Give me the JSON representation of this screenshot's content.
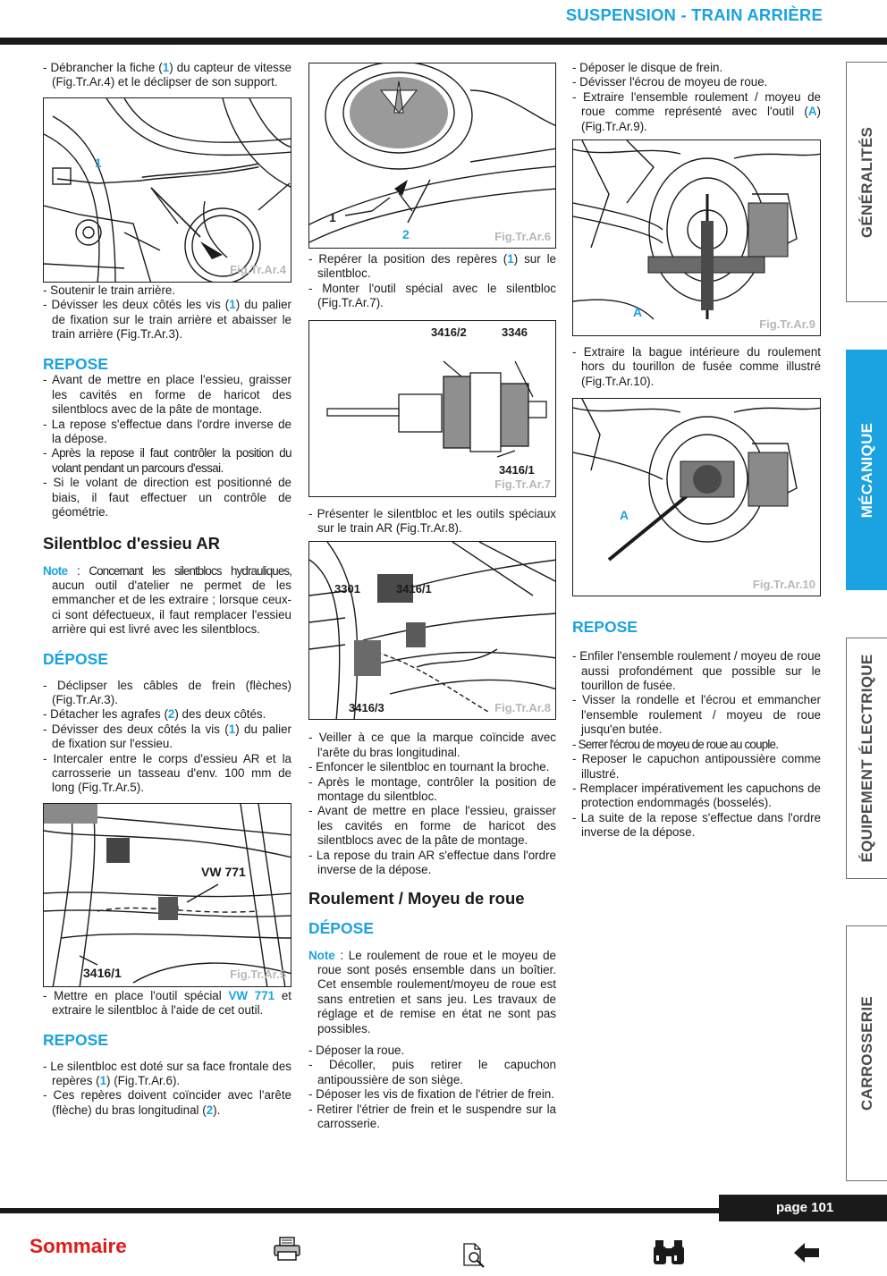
{
  "header": {
    "title": "SUSPENSION - TRAIN ARRIÈRE"
  },
  "tabs": [
    {
      "label": "GÉNÉRALITÉS",
      "active": false
    },
    {
      "label": "MÉCANIQUE",
      "active": true
    },
    {
      "label": "ÉQUIPEMENT ÉLECTRIQUE",
      "active": false
    },
    {
      "label": "CARROSSERIE",
      "active": false
    }
  ],
  "col1": {
    "b1": {
      "pre": "- Débrancher la fiche (",
      "n": "1",
      "post": ") du capteur de vitesse (Fig.Tr.Ar.4) et le déclipser de son support."
    },
    "fig4": {
      "label": "Fig.Tr.Ar.4",
      "callout1": "1"
    },
    "b2": "- Soutenir le train arrière.",
    "b3": {
      "pre": "- Dévisser les deux côtés les vis (",
      "n": "1",
      "post": ") du palier de fixation sur le train arrière et abaisser le train arrière (Fig.Tr.Ar.3)."
    },
    "repose_title": "REPOSE",
    "b4": "- Avant de mettre en place l'essieu, graisser les cavités en forme de haricot des silentblocs avec de la pâte de montage.",
    "b5": "- La repose s'effectue dans l'ordre inverse de la dépose.",
    "b6": "- Après la repose il faut contrôler la position du volant pendant un parcours d'essai.",
    "b7": "- Si le volant de direction est positionné de biais, il faut effectuer un contrôle de géométrie.",
    "silentbloc_title": "Silentbloc d'essieu AR",
    "note": {
      "label": "Note",
      "first": " : Concernant les silentblocs hydrauliques,",
      "rest": "aucun outil d'atelier ne permet de les emmancher et de les extraire ; lorsque ceux-ci sont défectueux, il faut remplacer l'essieu arrière qui est livré avec les silentblocs."
    },
    "depose_title": "DÉPOSE",
    "b8": "- Déclipser les câbles de frein (flèches) (Fig.Tr.Ar.3).",
    "b9": {
      "pre": "- Détacher les agrafes (",
      "n": "2",
      "post": ") des deux côtés."
    },
    "b10": {
      "pre": "- Dévisser des deux côtés la vis (",
      "n": "1",
      "post": ") du palier de fixation sur l'essieu."
    },
    "b11": "- Intercaler entre le corps d'essieu AR et la carrosserie un tasseau d'env. 100 mm de long (Fig.Tr.Ar.5).",
    "fig5": {
      "label": "Fig.Tr.Ar.5",
      "tool1": "VW 771",
      "tool2": "3416/1"
    },
    "b12": {
      "pre": "- Mettre en place l'outil spécial ",
      "tool": "VW 771",
      "post": " et extraire le silentbloc à l'aide de cet outil."
    },
    "repose2_title": "REPOSE",
    "b13": {
      "pre": "- Le silentbloc est doté sur sa face frontale des repères (",
      "n": "1",
      "post": ") (Fig.Tr.Ar.6)."
    },
    "b14": {
      "pre": "- Ces repères doivent coïncider avec l'arête (flèche) du bras longitudinal (",
      "n": "2",
      "post": ")."
    }
  },
  "col2": {
    "fig6": {
      "label": "Fig.Tr.Ar.6",
      "c1": "1",
      "c2": "2"
    },
    "b1": {
      "pre": "- Repérer la position des repères (",
      "n": "1",
      "post": ") sur le silentbloc."
    },
    "b2": "- Monter l'outil spécial avec le silentbloc (Fig.Tr.Ar.7).",
    "fig7": {
      "label": "Fig.Tr.Ar.7",
      "t1": "3416/2",
      "t2": "3346",
      "t3": "3416/1"
    },
    "b3": "- Présenter le silentbloc et les outils spéciaux sur le train AR (Fig.Tr.Ar.8).",
    "fig8": {
      "label": "Fig.Tr.Ar.8",
      "t1": "3301",
      "t2": "3416/1",
      "t3": "3416/3"
    },
    "b4": "- Veiller à ce que la marque coïncide avec l'arête du bras longitudinal.",
    "b5": "- Enfoncer le silentbloc en tournant la broche.",
    "b6": "- Après le montage, contrôler la position de montage du silentbloc.",
    "b7": "- Avant de mettre en place l'essieu, graisser les cavités en forme de haricot des silentblocs avec de la pâte de montage.",
    "b8": "- La repose du train AR s'effectue dans l'ordre inverse de la dépose.",
    "roulement_title": "Roulement / Moyeu de roue",
    "depose_title": "DÉPOSE",
    "note": {
      "label": "Note",
      "text": " : Le roulement de roue et le moyeu de roue sont posés ensemble dans un boîtier. Cet ensemble roulement/moyeu de roue est sans entretien et sans jeu. Les travaux de réglage et de remise en état ne sont pas possibles."
    },
    "b9": "- Déposer la roue.",
    "b10": "- Décoller, puis retirer le capuchon antipoussière de son siège.",
    "b11": "- Déposer les vis de fixation de l'étrier de frein.",
    "b12": "- Retirer l'étrier de frein et le suspendre sur la carrosserie."
  },
  "col3": {
    "b1": "- Déposer le disque de frein.",
    "b2": "- Dévisser l'écrou de moyeu de roue.",
    "b3": {
      "pre": "- Extraire l'ensemble roulement / moyeu de roue comme représenté avec l'outil (",
      "n": "A",
      "post": ") (Fig.Tr.Ar.9)."
    },
    "fig9": {
      "label": "Fig.Tr.Ar.9",
      "c": "A"
    },
    "b4": "- Extraire la bague intérieure du roulement hors du tourillon de fusée comme illustré (Fig.Tr.Ar.10).",
    "fig10": {
      "label": "Fig.Tr.Ar.10",
      "c": "A"
    },
    "repose_title": "REPOSE",
    "b5": "- Enfiler l'ensemble roulement / moyeu de roue aussi profondément que possible sur le tourillon de fusée.",
    "b6": "- Visser la rondelle et l'écrou et emmancher l'ensemble roulement / moyeu de roue jusqu'en butée.",
    "b7": "- Serrer l'écrou de moyeu de roue au couple.",
    "b8": "- Reposer le capuchon antipoussière comme illustré.",
    "b9": "- Remplacer impérativement les capuchons de protection endommagés (bosselés).",
    "b10": "- La suite de la repose s'effectue dans l'ordre inverse de la dépose."
  },
  "footer": {
    "page": "page 101",
    "sommaire": "Sommaire"
  },
  "nav_icons": [
    "printer-icon",
    "search-page-icon",
    "binoculars-icon",
    "back-arrow-icon"
  ],
  "colors": {
    "accent": "#1aa3e0",
    "sommaire": "#e01a1a",
    "dark": "#1a1a1a"
  }
}
